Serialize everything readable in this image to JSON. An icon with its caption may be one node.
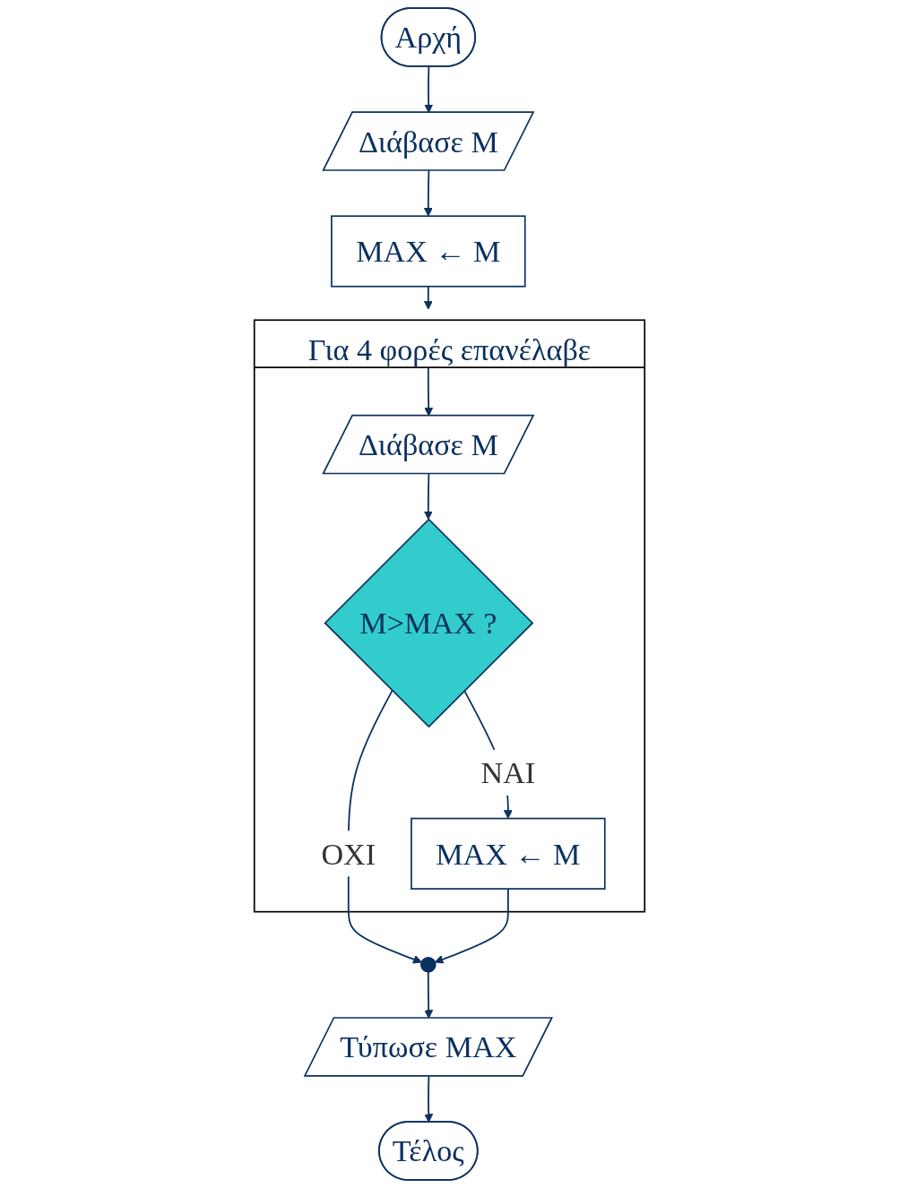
{
  "diagram": {
    "nodes": [
      {
        "text": [
          "Αρχή"
        ]
      },
      {
        "text": [
          "Διάβασε M"
        ]
      },
      {
        "text": [
          "MAX ← M"
        ]
      },
      {
        "text": [
          "Για 4 φορές επανέλαβε"
        ]
      },
      {
        "text": [
          "Διάβασε M"
        ],
        "in": 3
      },
      {
        "text": [
          "M>MAX ?"
        ],
        "in": 3
      },
      {
        "text": [
          "MAX ← M"
        ],
        "in": 3
      },
      {
        "text": [],
        "shape": "circle"
      },
      {
        "text": [
          "Τύπωσε MAX"
        ]
      },
      {
        "text": [
          "Τέλος"
        ]
      }
    ],
    "edges": [
      {
        "from": 0,
        "to": 1,
        "arrow": "to"
      },
      {
        "from": 1,
        "to": 2,
        "arrow": "to"
      },
      {
        "from": 2,
        "to": 3,
        "arrow": "to"
      },
      {
        "from": 3,
        "to": 4,
        "arrow": "to"
      },
      {
        "from": 4,
        "to": 5,
        "arrow": "to"
      },
      {
        "from": 5,
        "to": 6,
        "label": "ΝΑΙ",
        "arrow": "to"
      },
      {
        "from": 5,
        "to": 7,
        "label": "ΟΧΙ",
        "arrow": "to"
      },
      {
        "from": 6,
        "to": 7,
        "arrow": "to"
      },
      {
        "from": 7,
        "to": 8,
        "arrow": "to"
      },
      {
        "from": 8,
        "to": 9,
        "arrow": "to"
      }
    ]
  }
}
